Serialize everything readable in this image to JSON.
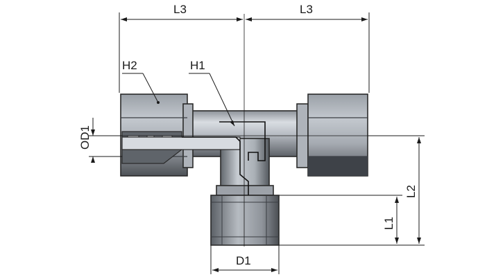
{
  "labels": {
    "l3_left": "L3",
    "l3_right": "L3",
    "h2": "H2",
    "h1": "H1",
    "od1": "OD1",
    "d1": "D1",
    "l1": "L1",
    "l2": "L2"
  },
  "colors": {
    "steel_light": "#c9cdd3",
    "steel_mid": "#a7acb3",
    "steel_dark": "#6f747b",
    "steel_darkest": "#3c3f44",
    "line": "#1a1a1a"
  }
}
